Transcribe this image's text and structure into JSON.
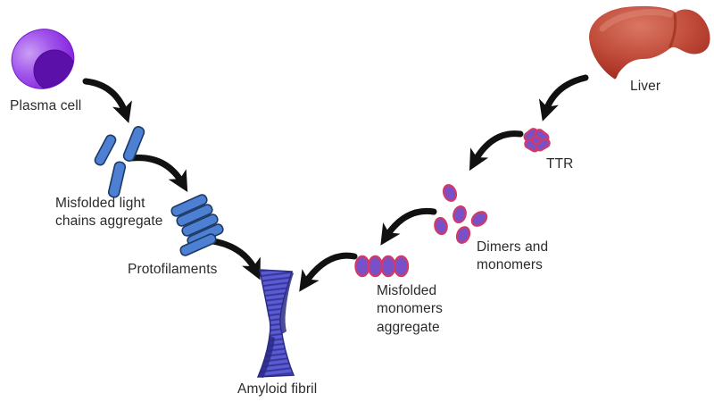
{
  "labels": {
    "plasma_cell": "Plasma cell",
    "light_chains": "Misfolded light\nchains aggregate",
    "protofilaments": "Protofilaments",
    "amyloid_fibril": "Amyloid fibril",
    "misfolded_monomers": "Misfolded\nmonomers\naggregate",
    "dimers_monomers": "Dimers and\nmonomers",
    "ttr": "TTR",
    "liver": "Liver"
  },
  "colors": {
    "background": "#ffffff",
    "text": "#2b2b2b",
    "arrow_black": "#111111",
    "rod_blue": "#4d7fd2",
    "rod_outline": "#1d3a66",
    "fibril_blue": "#5b5bd6",
    "fibril_dark": "#2c2c86",
    "cell_purple": "#8a2ce0",
    "cell_highlight": "#cb9ff4",
    "cell_nucleus": "#5c10aa",
    "monomer_purple": "#7851c8",
    "monomer_outline": "#cf3a6b",
    "liver_red": "#c04a39",
    "liver_dark": "#992318",
    "liver_light": "#d97763"
  },
  "flow": {
    "left_branch": [
      "Plasma cell",
      "Misfolded light chains aggregate",
      "Protofilaments",
      "Amyloid fibril"
    ],
    "right_branch": [
      "Liver",
      "TTR",
      "Dimers and monomers",
      "Misfolded monomers aggregate",
      "Amyloid fibril"
    ]
  }
}
